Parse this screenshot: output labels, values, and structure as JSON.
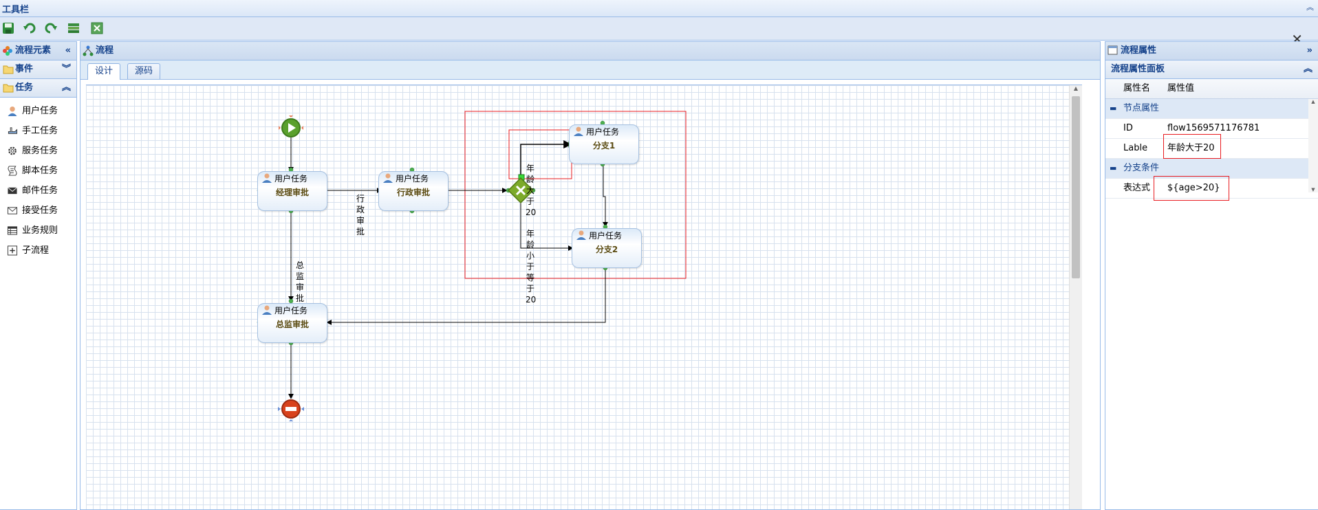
{
  "toolbar": {
    "title": "工具栏",
    "buttons": [
      "save-icon",
      "undo-icon",
      "redo-icon",
      "layers-icon",
      "close-box-icon"
    ]
  },
  "left_panel": {
    "title": "流程元素",
    "groups": [
      {
        "label": "事件",
        "expanded": false
      },
      {
        "label": "任务",
        "expanded": true
      }
    ],
    "items": [
      {
        "label": "用户任务",
        "icon": "user-icon"
      },
      {
        "label": "手工任务",
        "icon": "hand-icon"
      },
      {
        "label": "服务任务",
        "icon": "gear-icon"
      },
      {
        "label": "脚本任务",
        "icon": "script-icon"
      },
      {
        "label": "邮件任务",
        "icon": "mail-icon"
      },
      {
        "label": "接受任务",
        "icon": "envelope-icon"
      },
      {
        "label": "业务规则",
        "icon": "table-icon"
      },
      {
        "label": "子流程",
        "icon": "plus-box-icon"
      }
    ]
  },
  "center": {
    "title": "流程",
    "tabs": [
      {
        "label": "设计",
        "active": true
      },
      {
        "label": "源码",
        "active": false
      }
    ]
  },
  "diagram": {
    "nodes": [
      {
        "type_label": "用户任务",
        "name": "经理审批"
      },
      {
        "type_label": "用户任务",
        "name": "行政审批"
      },
      {
        "type_label": "用户任务",
        "name": "分支1"
      },
      {
        "type_label": "用户任务",
        "name": "分支2"
      },
      {
        "type_label": "用户任务",
        "name": "总监审批"
      }
    ],
    "edge_labels": {
      "admin": "行政审批",
      "director": "总监审批",
      "gt20": "年龄大于20",
      "le20": "年龄小于等于20"
    }
  },
  "right_panel": {
    "title": "流程属性",
    "sub_title": "流程属性面板",
    "col_name": "属性名",
    "col_value": "属性值",
    "group1": "节点属性",
    "rows1": [
      {
        "name": "ID",
        "value": "flow1569571176781"
      },
      {
        "name": "Lable",
        "value": "年龄大于20"
      }
    ],
    "group2": "分支条件",
    "rows2": [
      {
        "name": "表达式",
        "value": "${age>20}"
      }
    ]
  },
  "colors": {
    "accent": "#15428b",
    "border": "#99bbe8",
    "highlight": "#e8191e",
    "gateway": "#7caa2a"
  }
}
